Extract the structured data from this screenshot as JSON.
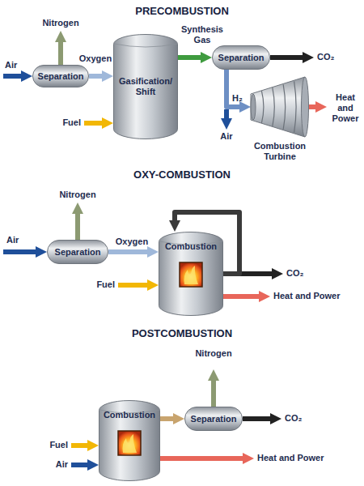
{
  "diagram": {
    "nodes": [
      {
        "text": [
          "Separation"
        ]
      },
      {
        "text": [
          "Gasification/ Shift"
        ]
      },
      {
        "text": [
          "Separation"
        ]
      },
      {
        "text": [
          "Combustion Turbine"
        ]
      },
      {
        "text": [
          "Separation"
        ]
      },
      {
        "text": [
          "Combustion"
        ]
      },
      {
        "text": [
          "Combustion"
        ]
      },
      {
        "text": [
          "Separation"
        ]
      }
    ],
    "edges": [
      {
        "from": 0,
        "to": 1,
        "label": "Oxygen",
        "arrow": "to"
      },
      {
        "from": 1,
        "to": 2,
        "label": "Synthesis Gas",
        "arrow": "to"
      },
      {
        "from": 2,
        "to": 3,
        "label": "H₂",
        "arrow": "to"
      },
      {
        "from": 4,
        "to": 5,
        "label": "Oxygen",
        "arrow": "to"
      },
      {
        "from": 5,
        "to": 5,
        "arrow": "to"
      },
      {
        "from": 6,
        "to": 7,
        "arrow": "to"
      }
    ],
    "labels": [
      "PRECOMBUSTION",
      "Nitrogen",
      "Air",
      "Fuel",
      "CO₂",
      "Air",
      "Heat and Power",
      "OXY-COMBUSTION",
      "Nitrogen",
      "Air",
      "Fuel",
      "CO₂",
      "Heat and Power",
      "POSTCOMBUSTION",
      "Nitrogen",
      "Fuel",
      "Air",
      "CO₂",
      "Heat and Power"
    ]
  }
}
